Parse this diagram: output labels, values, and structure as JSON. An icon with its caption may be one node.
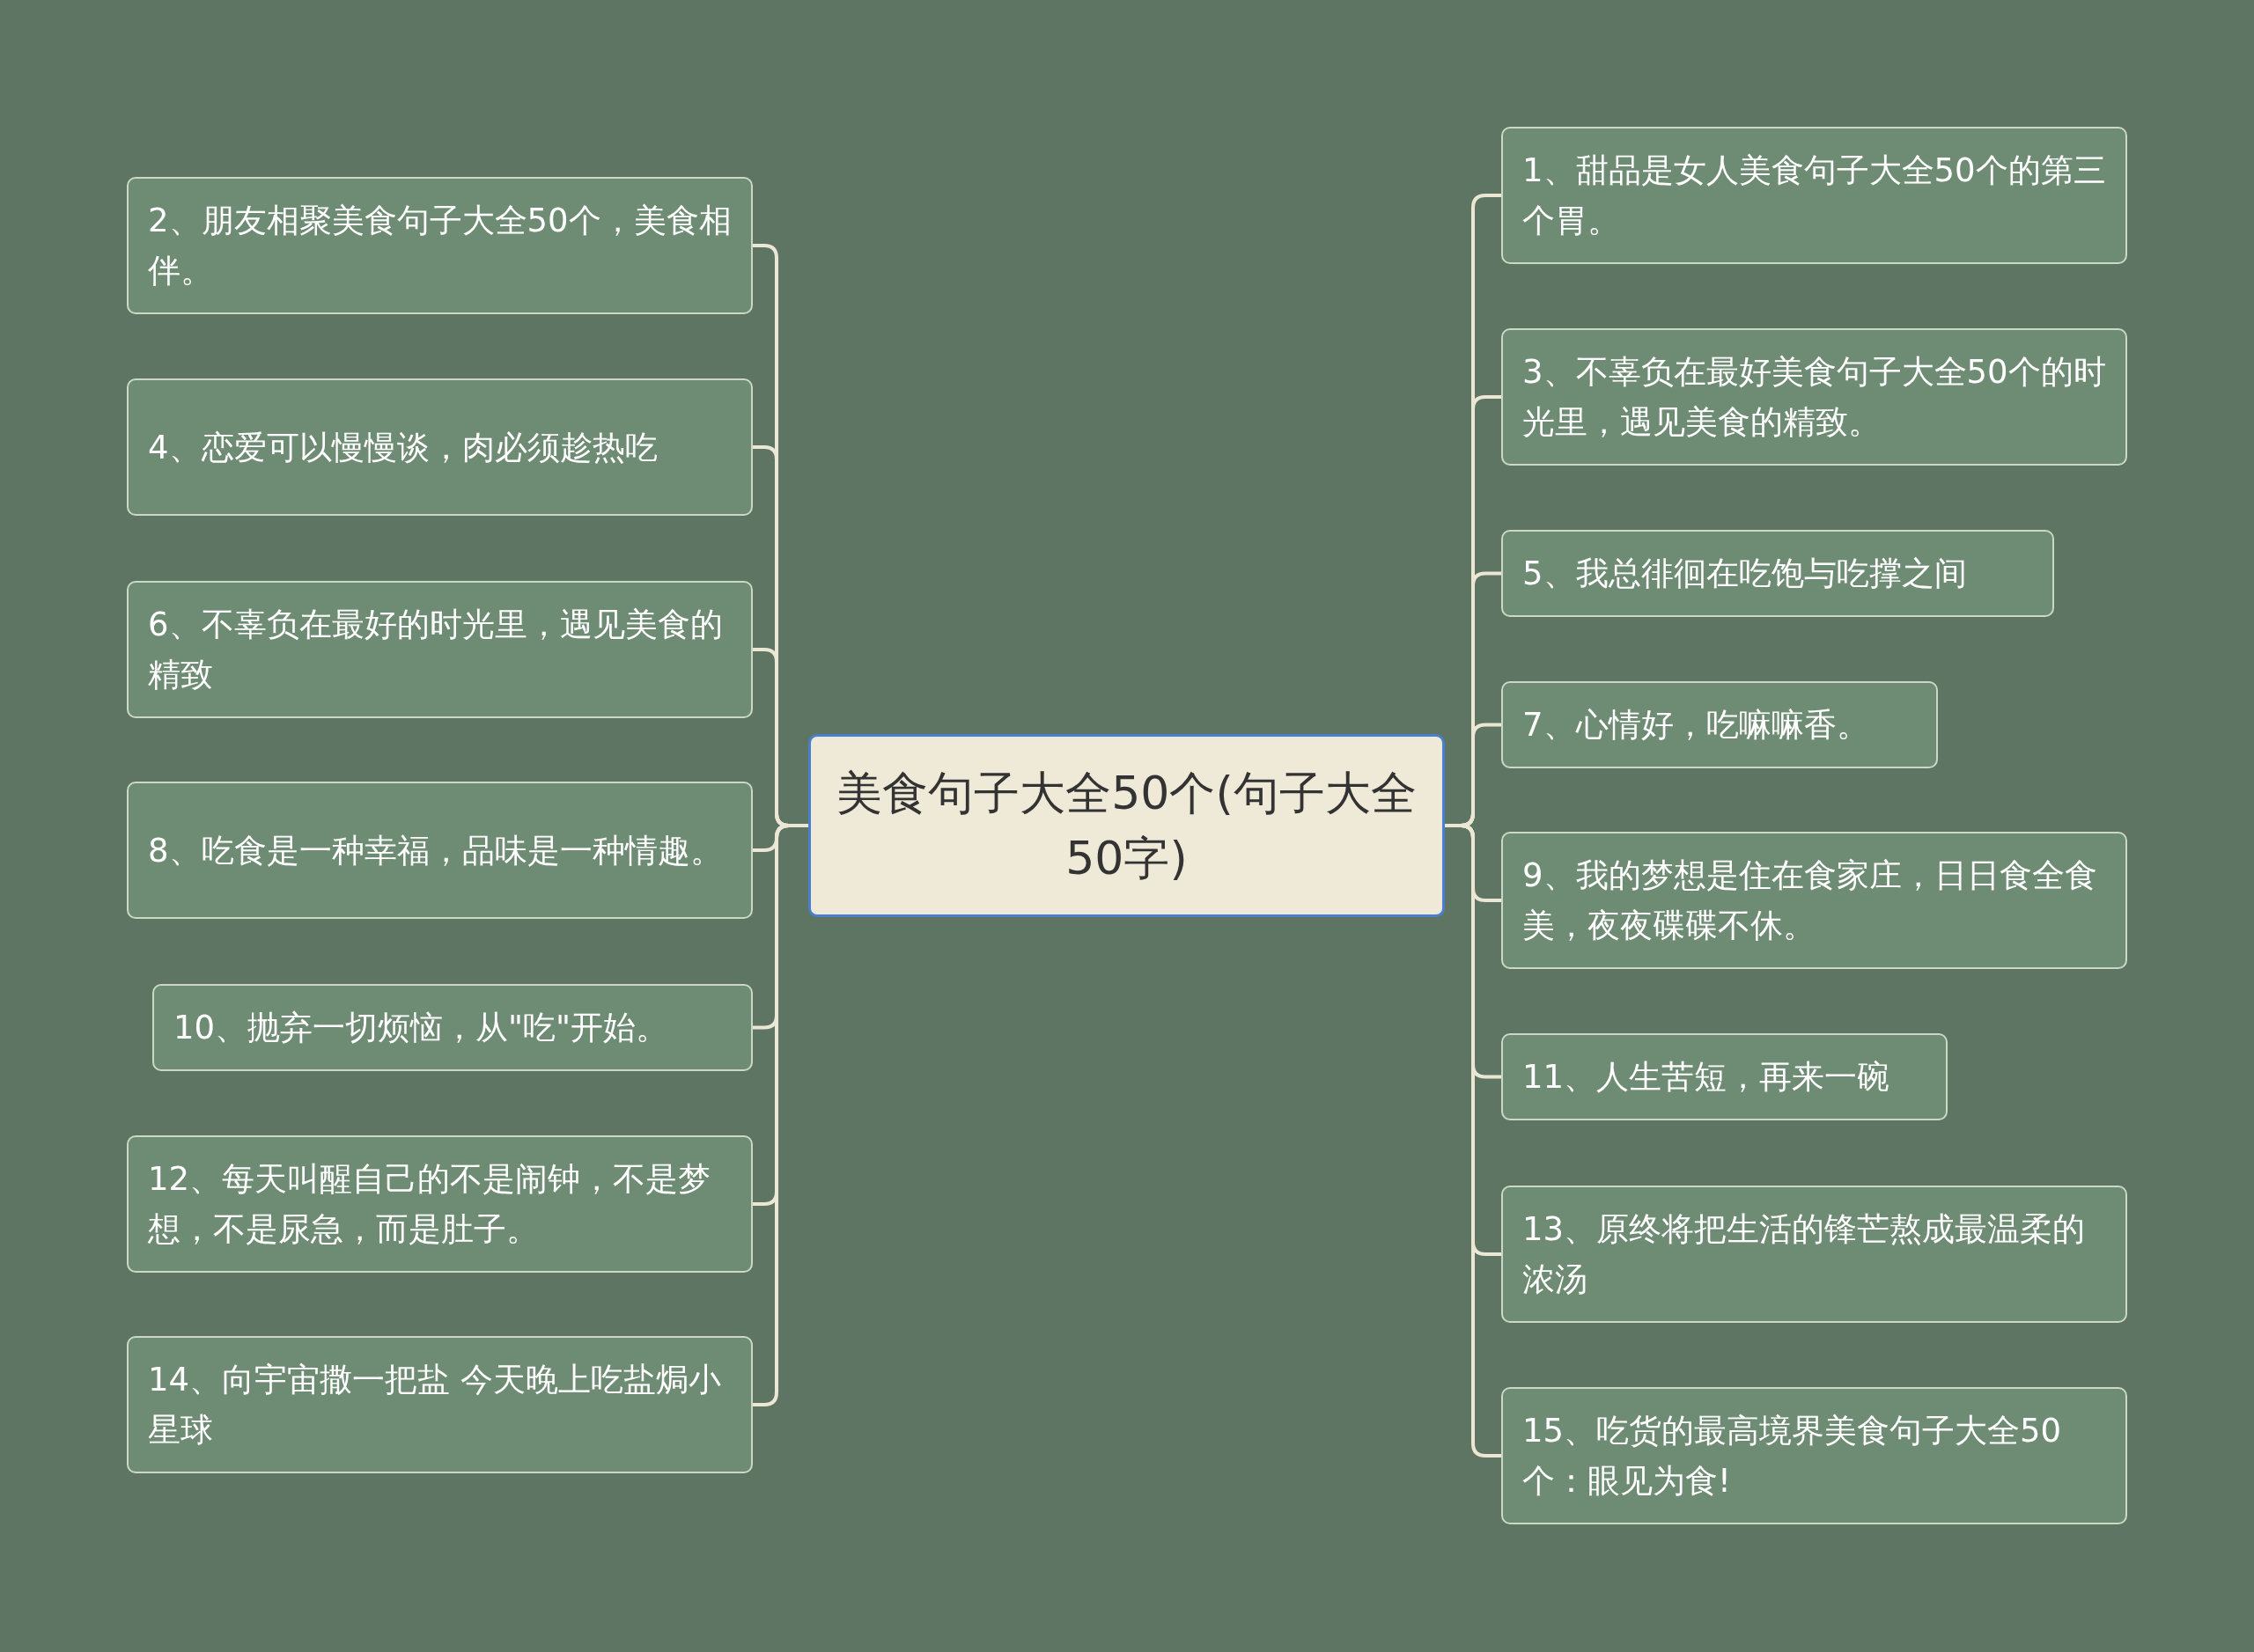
{
  "diagram": {
    "nodes": [
      {
        "text": [
          "美食句子大全50个(句子大全50字)"
        ]
      },
      {
        "text": [
          "1、甜品是女人美食句子大全50个的第三个胃。"
        ]
      },
      {
        "text": [
          "2、朋友相聚美食句子大全50个，美食相伴。"
        ]
      },
      {
        "text": [
          "3、不辜负在最好美食句子大全50个的时光里，遇见美食的精致。"
        ]
      },
      {
        "text": [
          "4、恋爱可以慢慢谈，肉必须趁热吃"
        ]
      },
      {
        "text": [
          "5、我总徘徊在吃饱与吃撑之间"
        ]
      },
      {
        "text": [
          "6、不辜负在最好的时光里，遇见美食的精致"
        ]
      },
      {
        "text": [
          "7、心情好，吃嘛嘛香。"
        ]
      },
      {
        "text": [
          "8、吃食是一种幸福，品味是一种情趣。"
        ]
      },
      {
        "text": [
          "9、我的梦想是住在食家庄，日日食全食美，夜夜碟碟不休。"
        ]
      },
      {
        "text": [
          "10、抛弃一切烦恼，从\"吃\"开始。"
        ]
      },
      {
        "text": [
          "11、人生苦短，再来一碗"
        ]
      },
      {
        "text": [
          "12、每天叫醒自己的不是闹钟，不是梦想，不是尿急，而是肚子。"
        ]
      },
      {
        "text": [
          "13、原终将把生活的锋芒熬成最温柔的浓汤"
        ]
      },
      {
        "text": [
          "14、向宇宙撒一把盐 今天晚上吃盐焗小星球"
        ]
      },
      {
        "text": [
          "15、吃货的最高境界美食句子大全50个：眼见为食!"
        ]
      }
    ],
    "edges": [
      {
        "from": 0,
        "to": 1,
        "arrow": "none"
      },
      {
        "from": 0,
        "to": 2,
        "arrow": "none"
      },
      {
        "from": 0,
        "to": 3,
        "arrow": "none"
      },
      {
        "from": 0,
        "to": 4,
        "arrow": "none"
      },
      {
        "from": 0,
        "to": 5,
        "arrow": "none"
      },
      {
        "from": 0,
        "to": 6,
        "arrow": "none"
      },
      {
        "from": 0,
        "to": 7,
        "arrow": "none"
      },
      {
        "from": 0,
        "to": 8,
        "arrow": "none"
      },
      {
        "from": 0,
        "to": 9,
        "arrow": "none"
      },
      {
        "from": 0,
        "to": 10,
        "arrow": "none"
      },
      {
        "from": 0,
        "to": 11,
        "arrow": "none"
      },
      {
        "from": 0,
        "to": 12,
        "arrow": "none"
      },
      {
        "from": 0,
        "to": 13,
        "arrow": "none"
      },
      {
        "from": 0,
        "to": 14,
        "arrow": "none"
      },
      {
        "from": 0,
        "to": 15,
        "arrow": "none"
      }
    ]
  }
}
